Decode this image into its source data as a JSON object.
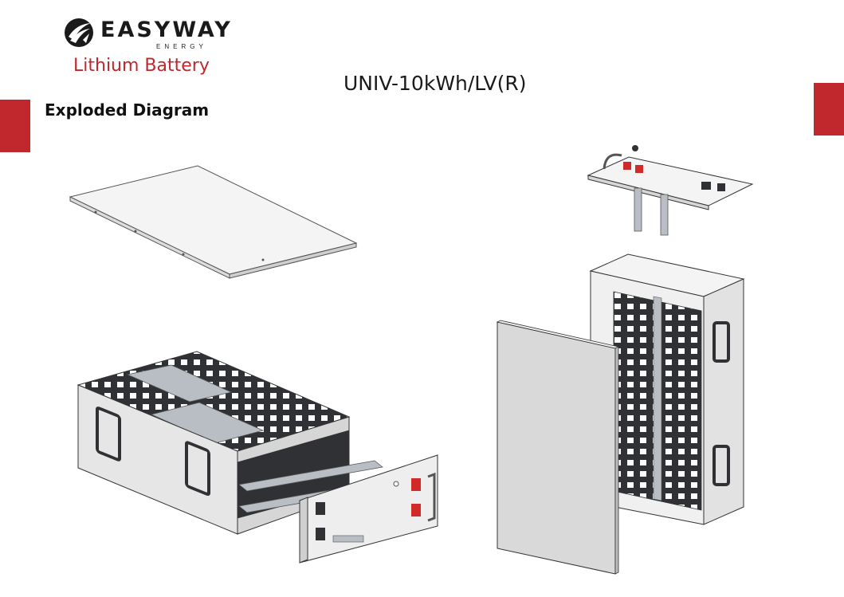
{
  "brand": {
    "name": "EASYWAY",
    "sub": "ENERGY",
    "logo_icon": "swoosh-emblem-icon"
  },
  "product_line": "Lithium Battery",
  "model": "UNIV-10kWh/LV(R)",
  "section_title": "Exploded Diagram",
  "colors": {
    "accent": "#c0282d",
    "text": "#1a1a1a",
    "frame": "#e6e6e6",
    "cell": "#2f3134",
    "terminal": "#d12a2a"
  },
  "illustration": {
    "description_icons": [
      "top-cover-icon",
      "horizontal-battery-module-icon",
      "front-panel-icon",
      "terminal-plate-icon",
      "vertical-battery-module-icon",
      "side-door-panel-icon"
    ]
  }
}
